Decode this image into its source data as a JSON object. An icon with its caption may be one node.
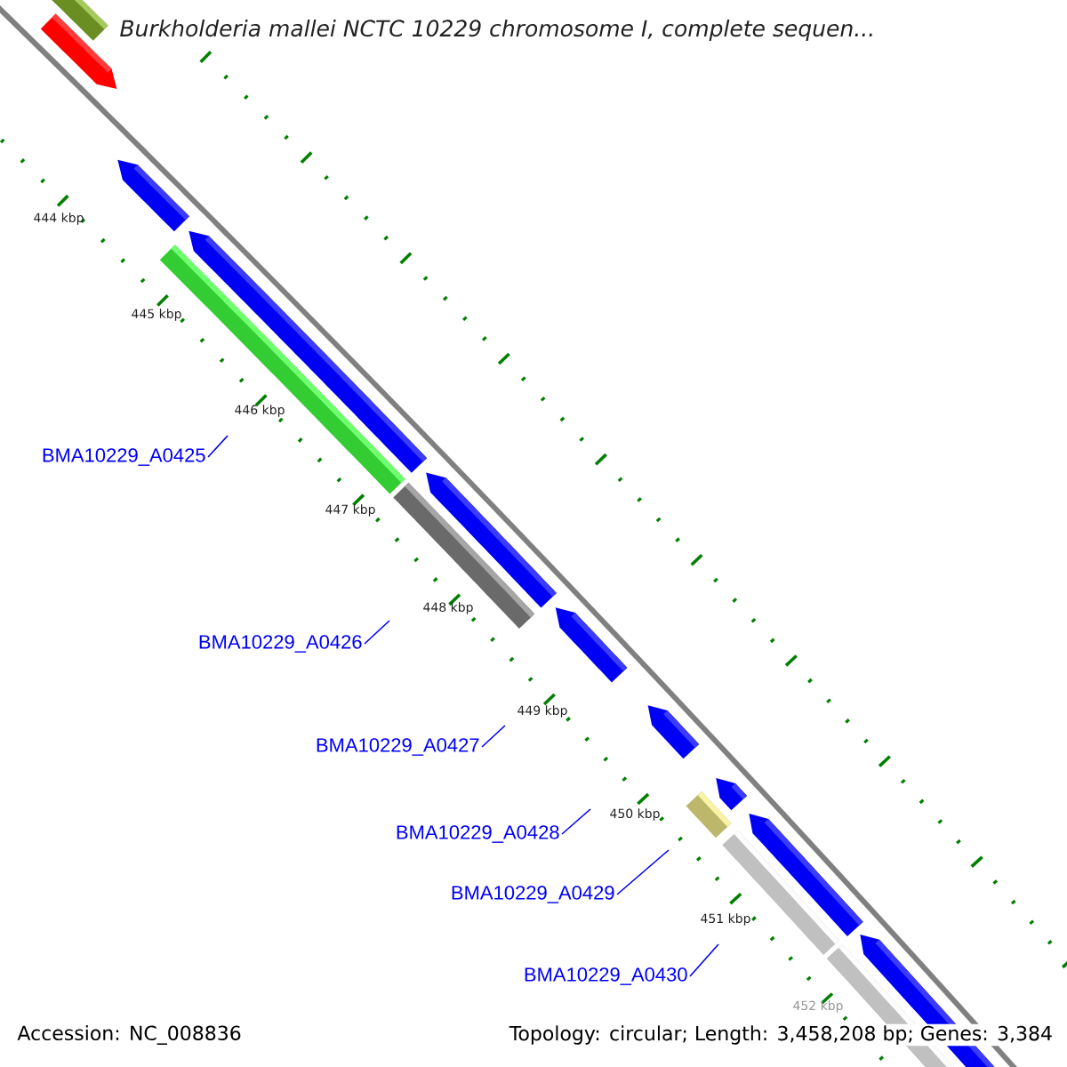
{
  "diagram": {
    "title": "Burkholderia mallei NCTC 10229 chromosome I, complete sequen...",
    "nodes": [
      {
        "text": [
          "BMA10229_A0425"
        ]
      },
      {
        "text": [
          "BMA10229_A0426"
        ]
      },
      {
        "text": [
          "BMA10229_A0427"
        ]
      },
      {
        "text": [
          "BMA10229_A0428"
        ]
      },
      {
        "text": [
          "BMA10229_A0429"
        ]
      },
      {
        "text": [
          "BMA10229_A0430"
        ]
      }
    ],
    "edges": [
      {
        "from": 0,
        "to": null,
        "arrow": "none"
      },
      {
        "from": 1,
        "to": null,
        "arrow": "none"
      },
      {
        "from": 2,
        "to": null,
        "arrow": "none"
      },
      {
        "from": 3,
        "to": null,
        "arrow": "none"
      },
      {
        "from": 4,
        "to": null,
        "arrow": "none"
      },
      {
        "from": 5,
        "to": null,
        "arrow": "none"
      }
    ],
    "labels": [
      "444 kbp",
      "445 kbp",
      "446 kbp",
      "447 kbp",
      "448 kbp",
      "449 kbp",
      "450 kbp",
      "451 kbp",
      "452 kbp",
      "Accession: NC_008836",
      "Topology: circular; Length: 3,458,208 bp; Genes: 3,384"
    ]
  }
}
